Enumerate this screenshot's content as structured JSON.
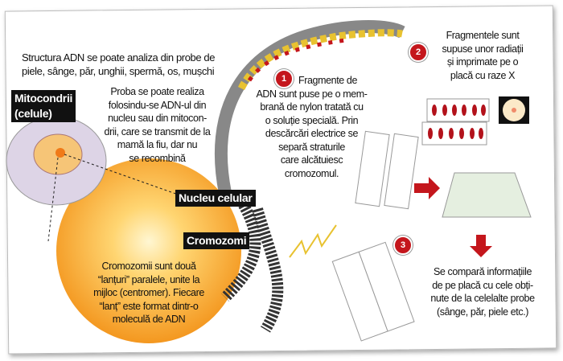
{
  "intro": [
    "Structura ADN se poate analiza din probe de",
    "piele, sânge, păr, unghii, spermă, os, mușchi"
  ],
  "labels": {
    "mitocondrii": [
      "Mitocondrii",
      "(celule)"
    ],
    "nucleu": "Nucleu celular",
    "cromozomi": "Cromozomi"
  },
  "proba": [
    "Proba se poate realiza",
    "folosindu-se ADN-ul din",
    "nucleu sau din mitocon-",
    "drii, care se transmit de la",
    "mamă la fiu, dar nu",
    "se recombină"
  ],
  "step1": {
    "number": "1",
    "lines": [
      "Fragmente de",
      "ADN sunt puse pe o mem-",
      "brană de nylon tratată cu",
      "o soluție specială. Prin",
      "descărcări electrice se",
      "separă straturile",
      "care alcătuiesc",
      "cromozomul."
    ]
  },
  "step2": {
    "number": "2",
    "lines": [
      "Fragmentele sunt",
      "supuse unor radiații",
      "și imprimate pe o",
      "placă cu raze X"
    ]
  },
  "step3": {
    "number": "3",
    "lines": [
      "Se compară informațiile",
      "de pe placă cu cele obți-",
      "nute de la celelalte probe",
      "(sânge, păr, piele etc.)"
    ]
  },
  "cromozomii": [
    "Cromozomii sunt două",
    "“lanțuri” paralele, unite la",
    "mijloc (centromer). Fiecare",
    "“lanț” este format dintr-o",
    "moleculă de ADN"
  ],
  "colors": {
    "accent": "#c4161c",
    "orange": "#f7941d"
  }
}
